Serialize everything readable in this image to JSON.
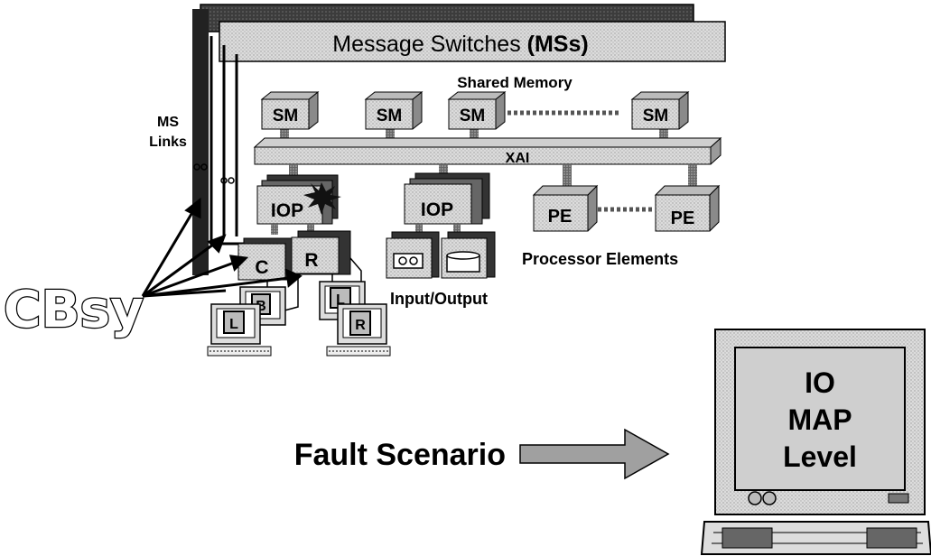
{
  "header": {
    "message_switches_prefix": "Message Switches ",
    "message_switches_abbrev": "(MSs)"
  },
  "labels": {
    "shared_memory": "Shared Memory",
    "ms_links_line1": "MS",
    "ms_links_line2": "Links",
    "xai": "XAI",
    "processor_elements": "Processor Elements",
    "input_output": "Input/Output",
    "cbsy": "CBsy",
    "fault_scenario": "Fault Scenario"
  },
  "nodes": {
    "sm": [
      "SM",
      "SM",
      "SM",
      "SM"
    ],
    "iop": [
      "IOP",
      "IOP"
    ],
    "pe": [
      "PE",
      "PE"
    ],
    "console_c": "C",
    "console_r": "R",
    "terminals": [
      "B",
      "L",
      "L",
      "R"
    ]
  },
  "monitor": {
    "line1": "IO",
    "line2": "MAP",
    "line3": "Level"
  },
  "colors": {
    "box_fill": "#d6d6d6",
    "box_side": "#8a8a8a",
    "dark_block": "#3a3a3a",
    "arrow_fill": "#a0a0a0",
    "fault_burst": "#111111"
  }
}
